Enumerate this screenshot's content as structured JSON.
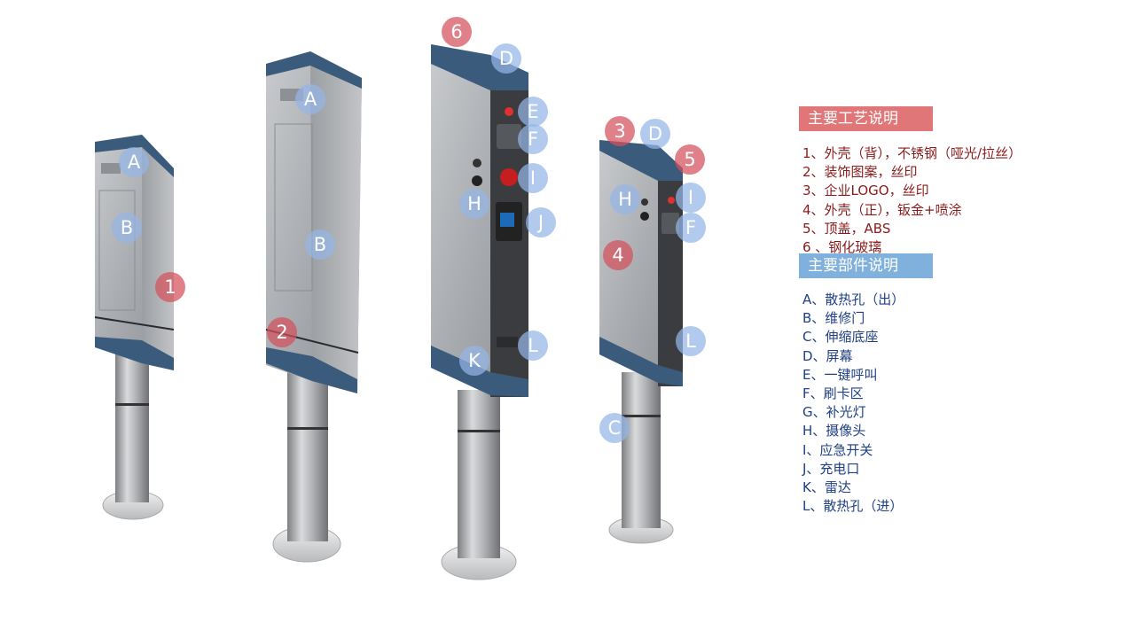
{
  "colors": {
    "process_heading_bg": "#e07678",
    "parts_heading_bg": "#7fb1dc",
    "process_text": "#8b1a1a",
    "parts_text": "#1f3f86",
    "marker_blue": "#94b6e6",
    "marker_red": "#d4505c"
  },
  "legend": {
    "process_title": "主要工艺说明",
    "process_items": [
      "1、外壳（背），不锈钢（哑光/拉丝）",
      "2、装饰图案，丝印",
      "3、企业LOGO，丝印",
      "4、外壳（正），钣金+喷涂",
      "5、顶盖，ABS",
      "6 、钢化玻璃"
    ],
    "parts_title": "主要部件说明",
    "parts_items": [
      "A、散热孔（出）",
      "B、维修门",
      "C、伸缩底座",
      "D、屏幕",
      "E、一键呼叫",
      "F、刷卡区",
      "G、补光灯",
      "H、摄像头",
      "I、应急开关",
      "J、充电口",
      "K、雷达",
      "L、散热孔（进）"
    ]
  },
  "markers": {
    "d1_a": "A",
    "d1_b": "B",
    "d1_1": "1",
    "d2_a": "A",
    "d2_b": "B",
    "d2_2": "2",
    "d3_6": "6",
    "d3_d": "D",
    "d3_e": "E",
    "d3_f": "F",
    "d3_i": "I",
    "d3_h": "H",
    "d3_j": "J",
    "d3_l": "L",
    "d3_k": "K",
    "d4_3": "3",
    "d4_d": "D",
    "d4_5": "5",
    "d4_h": "H",
    "d4_i": "I",
    "d4_f": "F",
    "d4_4": "4",
    "d4_l": "L",
    "d4_c": "C"
  }
}
